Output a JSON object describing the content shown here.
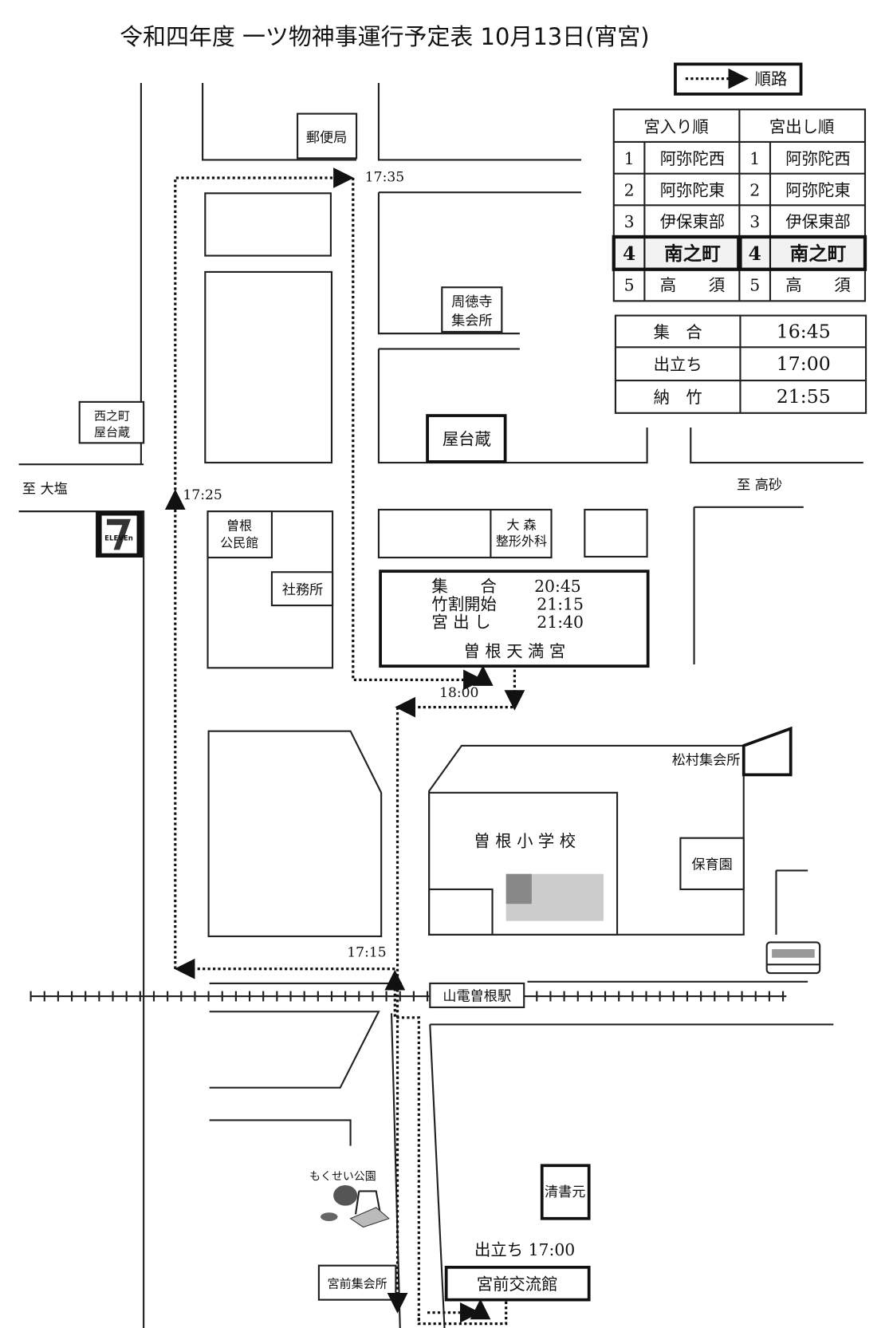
{
  "title": "令和四年度 一ツ物神事運行予定表 10月13日(宵宮)",
  "legend": {
    "label": "順路"
  },
  "order_table": {
    "headers": [
      "宮入り順",
      "宮出し順"
    ],
    "rows": [
      {
        "in_no": "1",
        "in_name": "阿弥陀西",
        "out_no": "1",
        "out_name": "阿弥陀西"
      },
      {
        "in_no": "2",
        "in_name": "阿弥陀東",
        "out_no": "2",
        "out_name": "阿弥陀東"
      },
      {
        "in_no": "3",
        "in_name": "伊保東部",
        "out_no": "3",
        "out_name": "伊保東部"
      },
      {
        "in_no": "4",
        "in_name": "南之町",
        "out_no": "4",
        "out_name": "南之町",
        "highlight": true
      },
      {
        "in_no": "5",
        "in_name": "高　　須",
        "out_no": "5",
        "out_name": "高　　須"
      }
    ]
  },
  "schedule_table": [
    {
      "label": "集　合",
      "time": "16:45"
    },
    {
      "label": "出立ち",
      "time": "17:00"
    },
    {
      "label": "納　竹",
      "time": "21:55"
    }
  ],
  "shrine": {
    "name": "曽 根 天 満 宮",
    "rows": [
      {
        "label": "集　　合",
        "time": "20:45"
      },
      {
        "label": "竹割開始",
        "time": "21:15"
      },
      {
        "label": "宮 出 し",
        "time": "21:40"
      }
    ]
  },
  "places": {
    "post_office": "郵便局",
    "shutokuji_1": "周徳寺",
    "shutokuji_2": "集会所",
    "nishinocho_1": "西之町",
    "nishinocho_2": "屋台蔵",
    "yataigura": "屋台蔵",
    "to_oshio": "至 大塩",
    "to_takasago": "至 高砂",
    "kominkan_1": "曽根",
    "kominkan_2": "公民館",
    "shamusho": "社務所",
    "omori_1": "大 森",
    "omori_2": "整形外科",
    "matsumura": "松村集会所",
    "school": "曽 根 小 学 校",
    "hoikuen": "保育園",
    "station": "山電曽根駅",
    "park": "もくせい公園",
    "seishomoto": "清書元",
    "miyamae_shukaisho": "宮前集会所",
    "miyamae_koryukan": "宮前交流館",
    "seven_eleven": "ELEVEn"
  },
  "departure": "出立ち 17:00",
  "times": {
    "t1715": "17:15",
    "t1725": "17:25",
    "t1735": "17:35",
    "t1800": "18:00"
  }
}
